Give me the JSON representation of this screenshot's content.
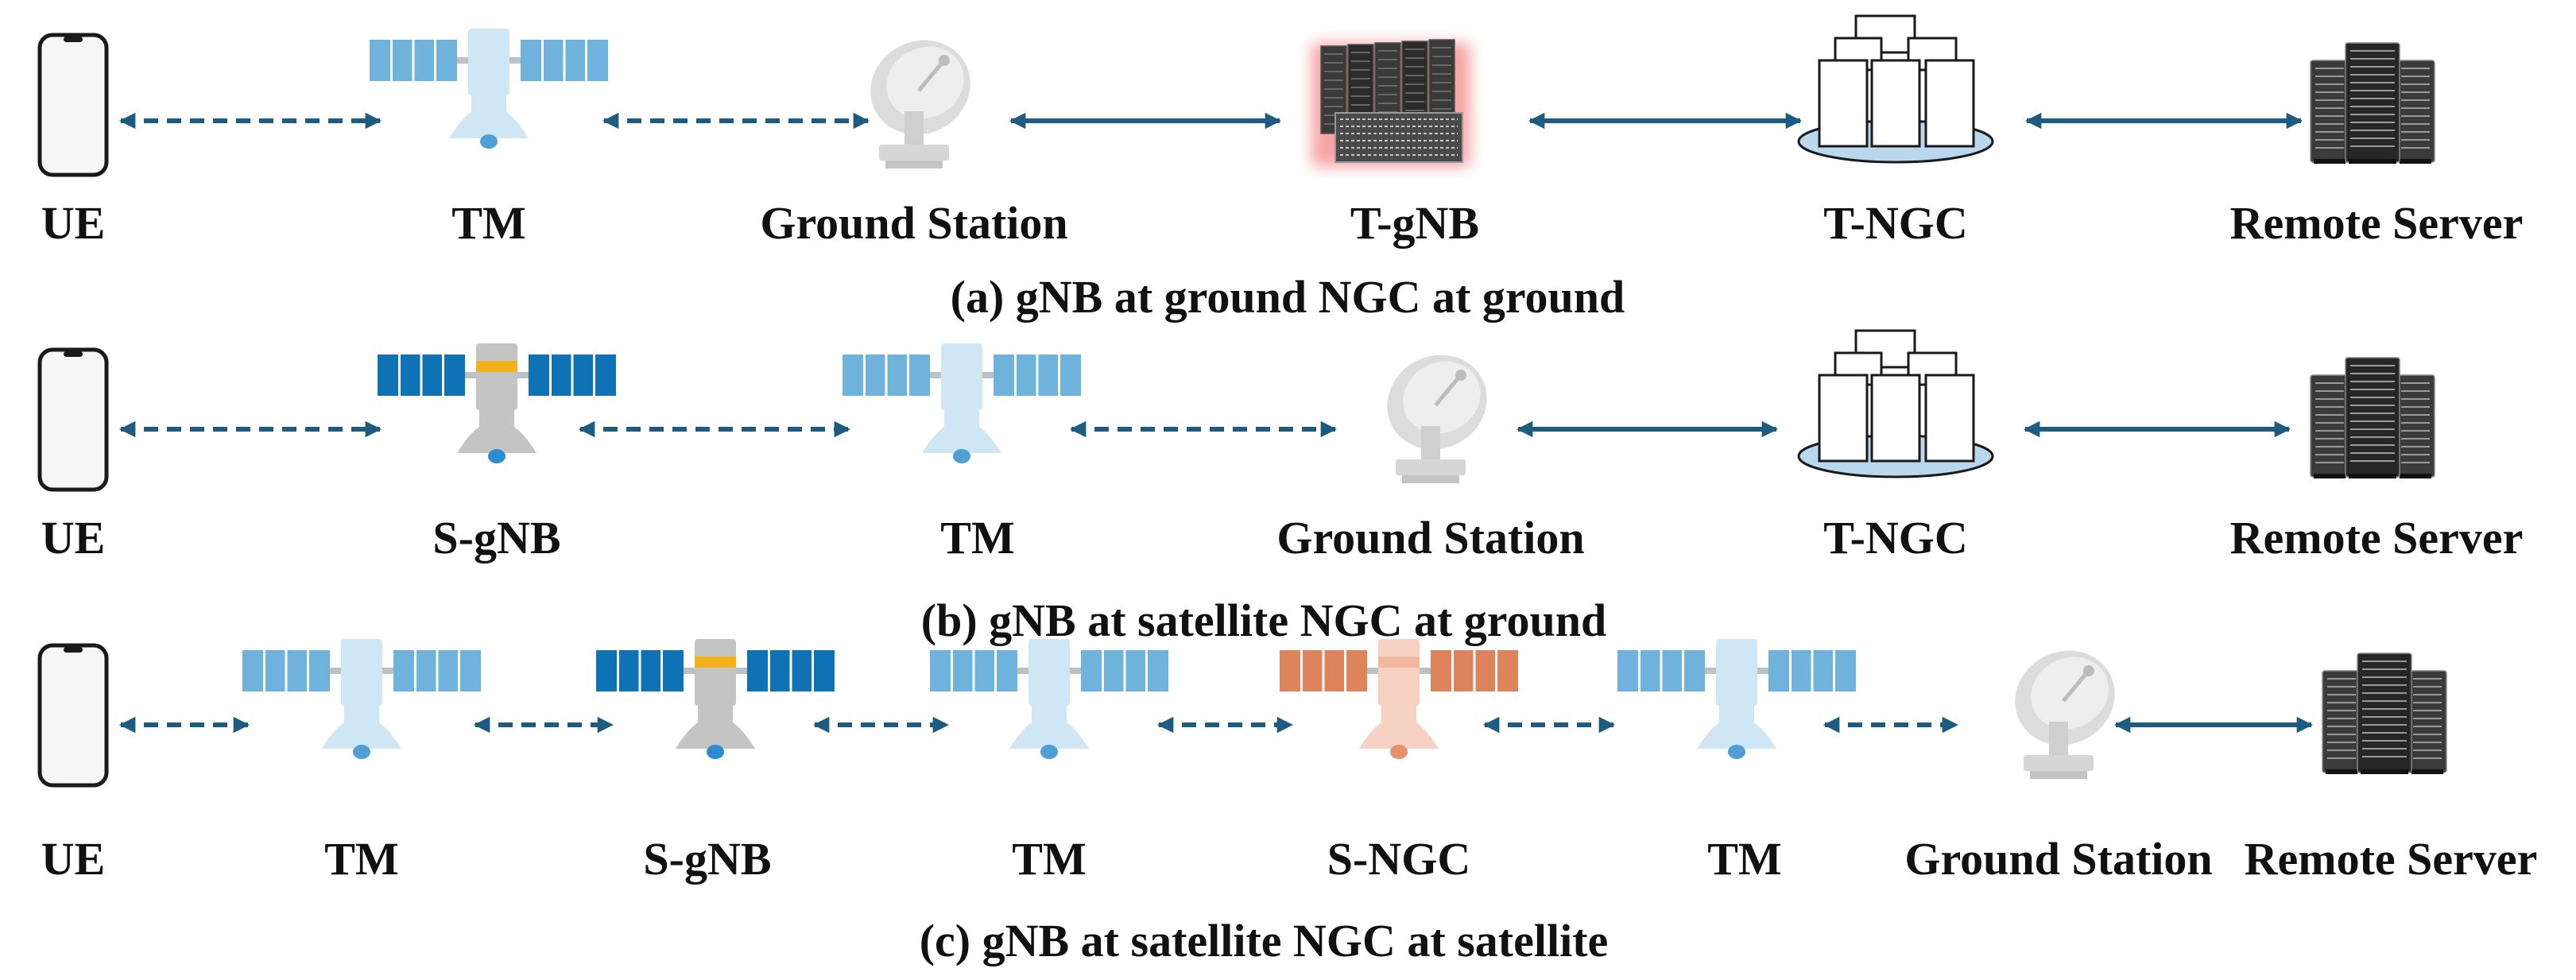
{
  "colors": {
    "arrow": "#1c5c80",
    "tm_panel": "#6fb2dc",
    "tm_body": "#cfe6f4",
    "gnb_panel": "#0e72b5",
    "gnb_body": "#c4c4c4",
    "gnb_band": "#f2b21b",
    "ngc_panel": "#dd845c",
    "ngc_body": "#f7d2c2",
    "ngc_tray": "#b9d8ee",
    "server": "#2e2e2e",
    "tgnb_glow": "#f05a5a"
  },
  "rows": [
    {
      "caption": "(a) gNB at ground NGC at ground",
      "nodes": [
        {
          "label": "UE",
          "icon": "phone-icon"
        },
        {
          "label": "TM",
          "icon": "satellite-tm-icon"
        },
        {
          "label": "Ground Station",
          "icon": "satellite-dish-icon"
        },
        {
          "label": "T-gNB",
          "icon": "base-station-rack-icon"
        },
        {
          "label": "T-NGC",
          "icon": "core-network-icon"
        },
        {
          "label": "Remote Server",
          "icon": "server-rack-icon"
        }
      ],
      "links": [
        "wireless",
        "wireless",
        "wired",
        "wired",
        "wired"
      ]
    },
    {
      "caption": "(b) gNB at satellite NGC at ground",
      "nodes": [
        {
          "label": "UE",
          "icon": "phone-icon"
        },
        {
          "label": "S-gNB",
          "icon": "satellite-gnb-icon"
        },
        {
          "label": "TM",
          "icon": "satellite-tm-icon"
        },
        {
          "label": "Ground Station",
          "icon": "satellite-dish-icon"
        },
        {
          "label": "T-NGC",
          "icon": "core-network-icon"
        },
        {
          "label": "Remote Server",
          "icon": "server-rack-icon"
        }
      ],
      "links": [
        "wireless",
        "wireless",
        "wireless",
        "wired",
        "wired"
      ]
    },
    {
      "caption": "(c) gNB at satellite NGC at satellite",
      "nodes": [
        {
          "label": "UE",
          "icon": "phone-icon"
        },
        {
          "label": "TM",
          "icon": "satellite-tm-icon"
        },
        {
          "label": "S-gNB",
          "icon": "satellite-gnb-icon"
        },
        {
          "label": "TM",
          "icon": "satellite-tm-icon"
        },
        {
          "label": "S-NGC",
          "icon": "satellite-ngc-icon"
        },
        {
          "label": "TM",
          "icon": "satellite-tm-icon"
        },
        {
          "label": "Ground Station",
          "icon": "satellite-dish-icon"
        },
        {
          "label": "Remote Server",
          "icon": "server-rack-icon"
        }
      ],
      "links": [
        "wireless",
        "wireless",
        "wireless",
        "wireless",
        "wireless",
        "wireless",
        "wired"
      ]
    }
  ]
}
